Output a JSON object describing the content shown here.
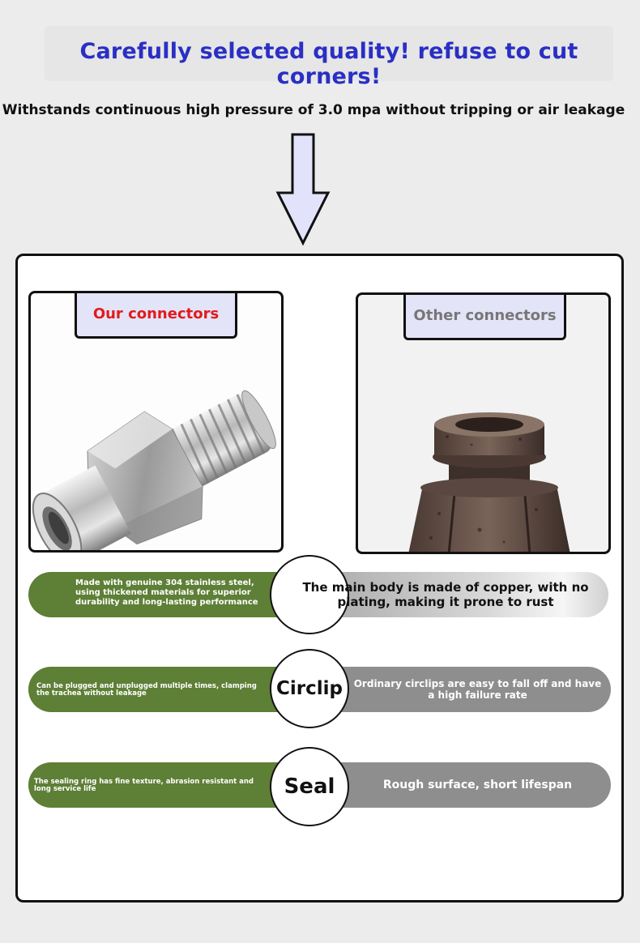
{
  "header": {
    "headline": "Carefully selected quality! refuse to cut corners!",
    "subheadline": "Withstands continuous high pressure of 3.0 mpa without tripping or air leakage"
  },
  "colors": {
    "headline": "#2a2fc4",
    "our_label": "#e01b1b",
    "other_label": "#777777",
    "green_pill": "#5e7f36",
    "gray_pill": "#8e8e8e",
    "tab_bg": "#e4e4f8"
  },
  "comparison": {
    "our_label": "Our connectors",
    "other_label": "Other connectors",
    "rows": [
      {
        "our_text": "Made with genuine 304 stainless steel, using thickened materials for superior durability and long-lasting performance",
        "feature": "",
        "other_text": "The main body is made of copper, with no plating, making it prone to rust"
      },
      {
        "our_text": "Can be plugged and unplugged multiple times, clamping the trachea without leakage",
        "feature": "Circlip",
        "other_text": "Ordinary circlips are easy to fall off and have a high failure rate"
      },
      {
        "our_text": "The sealing ring has fine texture, abrasion resistant and long service life",
        "feature": "Seal",
        "other_text": "Rough surface, short lifespan"
      }
    ]
  }
}
